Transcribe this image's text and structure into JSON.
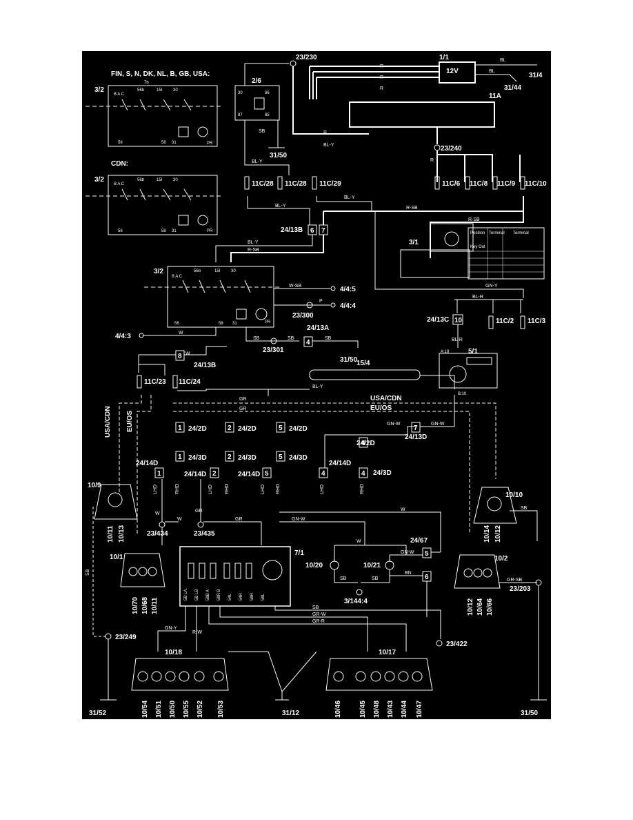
{
  "diagram": {
    "headers": {
      "fin_group": "FIN, S, N, DK, NL, B, GB, USA:",
      "cdn": "CDN:"
    },
    "switch_labels": {
      "s1": "3/2",
      "s2": "3/2",
      "s3": "3/2",
      "bac": "B A C",
      "t56b": "56b",
      "t15i": "15I",
      "t30": "30",
      "t56": "56",
      "t58": "58",
      "t31": "31",
      "pr": "PR",
      "n7b": "7b"
    },
    "battery": {
      "id": "1/1",
      "volt": "12V",
      "bl1": "BL",
      "bl2": "BL",
      "g1": "31/4",
      "g2": "31/44"
    },
    "relay": {
      "id": "2/6",
      "t30": "30",
      "t86": "86",
      "t87": "87",
      "t85": "85",
      "sb": "SB",
      "ground": "31/50"
    },
    "fusebox": {
      "id": "11A",
      "node_top": "23/230",
      "node_240": "23/240"
    },
    "fuses": {
      "f28a": "11C/28",
      "f28b": "11C/28",
      "f29": "11C/29",
      "f6": "11C/6",
      "f8": "11C/8",
      "f9": "11C/9",
      "f10": "11C/10",
      "f2": "11C/2",
      "f3": "11C/3",
      "f23": "11C/23",
      "f24": "11C/24"
    },
    "wires": {
      "r1": "R",
      "r2": "R",
      "r3": "R",
      "r4": "R",
      "r5": "R",
      "bly1": "BL-Y",
      "bly2": "BL-Y",
      "bly3": "BL-Y",
      "bly4": "BL-Y",
      "bly5": "BL-Y",
      "bly6": "BL-Y",
      "rsb1": "R-SB",
      "rsb2": "R-SB",
      "rsb3": "R-SB",
      "wsb": "W-SB",
      "p": "P",
      "w1": "W",
      "w2": "W",
      "w3": "W",
      "w4": "W",
      "w5": "W",
      "w6": "W",
      "sb1": "SB",
      "sb2": "SB",
      "sb3": "SB",
      "sb4": "SB",
      "sb5": "SB",
      "sb6": "SB",
      "sb7": "SB",
      "sb8": "SB",
      "gr1": "GR",
      "gr2": "GR",
      "gr3": "GR",
      "gr4": "GR",
      "gnw1": "GN-W",
      "gnw2": "GN-W",
      "gnw3": "GN-W",
      "gnw4": "GN-W",
      "gny1": "GN-Y",
      "gny2": "GN-Y",
      "blr1": "BL-R",
      "blr2": "BL-R",
      "grsb": "GR-SB",
      "grw": "GR-W",
      "grr": "GR-R",
      "bn": "BN",
      "rw": "R-W"
    },
    "connectors": {
      "c24_13b": "24/13B",
      "c24_13a": "24/13A",
      "c24_13c": "24/13C",
      "c24_13b2": "24/13B",
      "c24_13d": "24/13D",
      "c24_2d": "24/2D",
      "c24_3d": "24/3D",
      "c24_14d": "24/14D",
      "c24_67": "24/67",
      "n6": "6",
      "n7": "7",
      "n4": "4",
      "n10": "10",
      "n8": "8",
      "n1": "1",
      "n2": "2",
      "n5": "5"
    },
    "ignition": {
      "id": "3/1",
      "table_hdr1": "Position",
      "table_hdr2": "Terminal",
      "table_hdr3": "Terminal",
      "keyout": "Key Out"
    },
    "module": {
      "id": "5/1",
      "a18": "A:18",
      "b10": "B:10"
    },
    "bus": {
      "id": "15/4"
    },
    "groups": {
      "usacdn": "USA/CDN",
      "euos": "EU/OS",
      "usacdn_v": "USA/CDN",
      "euos_v": "EU/OS"
    },
    "nodes": {
      "n434": "23/434",
      "n435": "23/435",
      "n300": "23/300",
      "n301": "23/301",
      "n249": "23/249",
      "n422": "23/422",
      "n203": "23/203",
      "g4": "4/4:4",
      "g5": "4/4:5",
      "g3": "4/4:3",
      "g3144": "3/144:4",
      "gnd3150a": "31/50",
      "gnd3152": "31/52",
      "gnd3112": "31/12",
      "gnd3150b": "31/50"
    },
    "lh_rh": {
      "lhd": "LHD",
      "rhd": "RHD"
    },
    "lamps": {
      "l10_9": "10/9",
      "l10_11a": "10/11",
      "l10_13": "10/13",
      "l10_10": "10/10",
      "l10_14": "10/14",
      "l10_12a": "10/12",
      "l10_1": "10/1",
      "l10_70": "10/70",
      "l10_68": "10/68",
      "l10_11b": "10/11",
      "l10_2": "10/2",
      "l10_12b": "10/12",
      "l10_64": "10/64",
      "l10_66": "10/66",
      "l10_20": "10/20",
      "l10_21": "10/21",
      "l10_18": "10/18",
      "l10_54": "10/54",
      "l10_51": "10/51",
      "l10_50": "10/50",
      "l10_55": "10/55",
      "l10_52": "10/52",
      "l10_53": "10/53",
      "l10_17": "10/17",
      "l10_46": "10/46",
      "l10_45": "10/45",
      "l10_48": "10/48",
      "l10_43": "10/43",
      "l10_44": "10/44",
      "l10_47": "10/47"
    },
    "control": {
      "id": "7/1",
      "p1": "5B LA",
      "p2": "5B LB",
      "p3": "58B A",
      "p4": "58R B",
      "p5": "54L",
      "p6": "54R",
      "p7": "58R",
      "p8": "58L"
    }
  }
}
